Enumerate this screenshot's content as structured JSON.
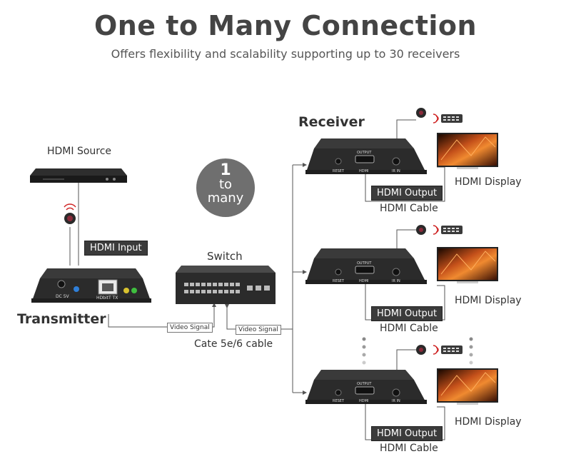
{
  "header": {
    "title": "One to Many Connection",
    "subtitle": "Offers flexibility and scalability supporting up to 30 receivers"
  },
  "source": {
    "label": "HDMI Source"
  },
  "transmitter": {
    "label": "Transmitter",
    "input_tag": "HDMI Input",
    "port_dc": "DC 5V",
    "port_rj45": "HDbitT TX"
  },
  "badge": {
    "line1": "1",
    "line2": "to",
    "line3": "many"
  },
  "switch": {
    "label": "Switch"
  },
  "cable": {
    "video_signal_1": "Video Signal",
    "video_signal_2": "Video Signal",
    "label": "Cate 5e/6 cable"
  },
  "receiver": {
    "heading": "Receiver",
    "port_reset": "RESET",
    "port_hdmi": "HDMI",
    "port_output": "OUTPUT",
    "port_irin": "IR IN"
  },
  "receivers": [
    {
      "output_tag": "HDMI Output",
      "cable_label": "HDMI Cable",
      "display_label": "HDMI Display"
    },
    {
      "output_tag": "HDMI Output",
      "cable_label": "HDMI Cable",
      "display_label": "HDMI Display"
    },
    {
      "output_tag": "HDMI Output",
      "cable_label": "HDMI Cable",
      "display_label": "HDMI Display"
    }
  ]
}
